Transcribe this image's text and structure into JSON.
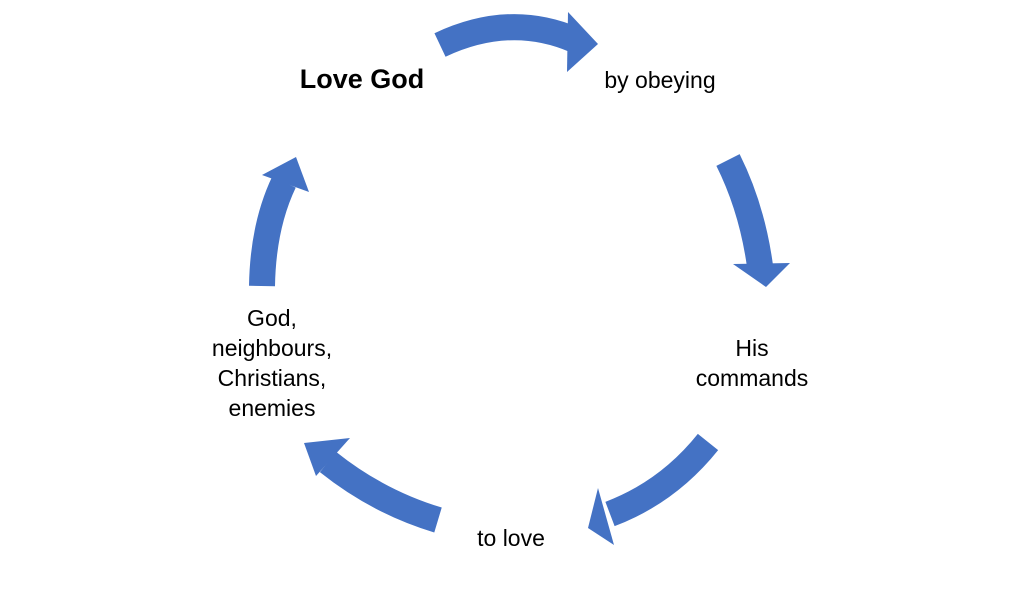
{
  "colors": {
    "arrow": "#4472C4",
    "text": "#000000"
  },
  "nodes": {
    "love_god": "Love God",
    "by_obeying": "by obeying",
    "his_commands": [
      "His",
      "commands"
    ],
    "to_love": "to love",
    "targets": [
      "God,",
      "neighbours,",
      "Christians,",
      "enemies"
    ]
  }
}
